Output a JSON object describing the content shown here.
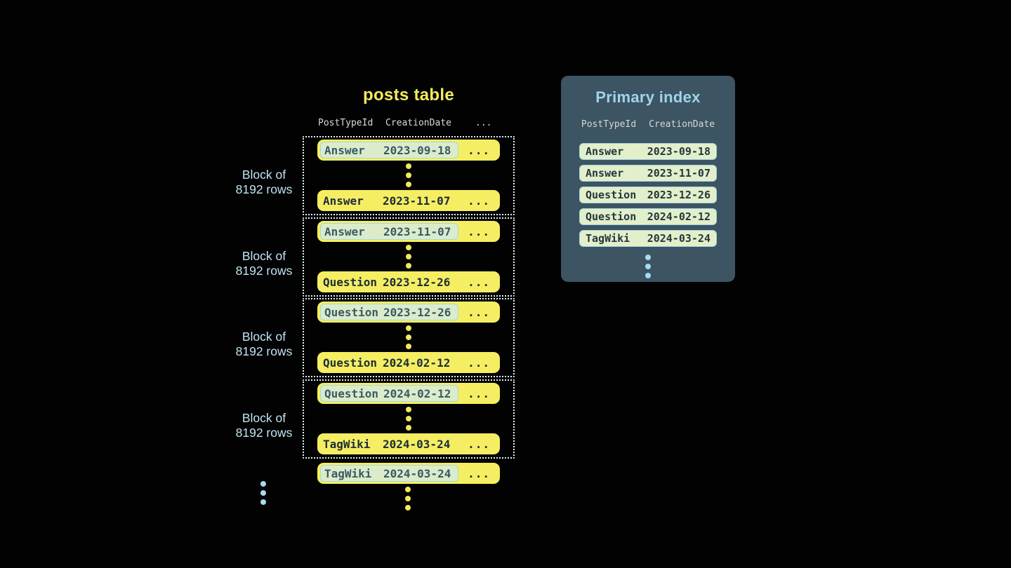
{
  "posts_table": {
    "title": "posts table",
    "columns": [
      "PostTypeId",
      "CreationDate"
    ],
    "ellipsis": "...",
    "blocks": [
      {
        "label_line1": "Block of",
        "label_line2": "8192 rows",
        "first": {
          "post_type": "Answer",
          "date": "2023-09-18"
        },
        "last": {
          "post_type": "Answer",
          "date": "2023-11-07"
        }
      },
      {
        "label_line1": "Block of",
        "label_line2": "8192 rows",
        "first": {
          "post_type": "Answer",
          "date": "2023-11-07"
        },
        "last": {
          "post_type": "Question",
          "date": "2023-12-26"
        }
      },
      {
        "label_line1": "Block of",
        "label_line2": "8192 rows",
        "first": {
          "post_type": "Question",
          "date": "2023-12-26"
        },
        "last": {
          "post_type": "Question",
          "date": "2024-02-12"
        }
      },
      {
        "label_line1": "Block of",
        "label_line2": "8192 rows",
        "first": {
          "post_type": "Question",
          "date": "2024-02-12"
        },
        "last": {
          "post_type": "TagWiki",
          "date": "2024-03-24"
        }
      }
    ],
    "overflow_row": {
      "post_type": "TagWiki",
      "date": "2024-03-24"
    }
  },
  "primary_index": {
    "title": "Primary index",
    "columns": [
      "PostTypeId",
      "CreationDate"
    ],
    "rows": [
      {
        "post_type": "Answer",
        "date": "2023-09-18"
      },
      {
        "post_type": "Answer",
        "date": "2023-11-07"
      },
      {
        "post_type": "Question",
        "date": "2023-12-26"
      },
      {
        "post_type": "Question",
        "date": "2024-02-12"
      },
      {
        "post_type": "TagWiki",
        "date": "2024-03-24"
      }
    ]
  },
  "colors": {
    "background": "#000000",
    "row_yellow": "#f5ee63",
    "title_yellow": "#f2eb60",
    "highlight_green": "#dcecca",
    "highlight_border_cyan": "#9fd9e8",
    "dark_text": "#1d2d36",
    "panel_slate": "#3d5463",
    "panel_title_blue": "#9fd4ec",
    "label_blue": "#bfe4f3",
    "dot_blue": "#a5dcf0",
    "dotted_border": "#e2f1f8"
  }
}
